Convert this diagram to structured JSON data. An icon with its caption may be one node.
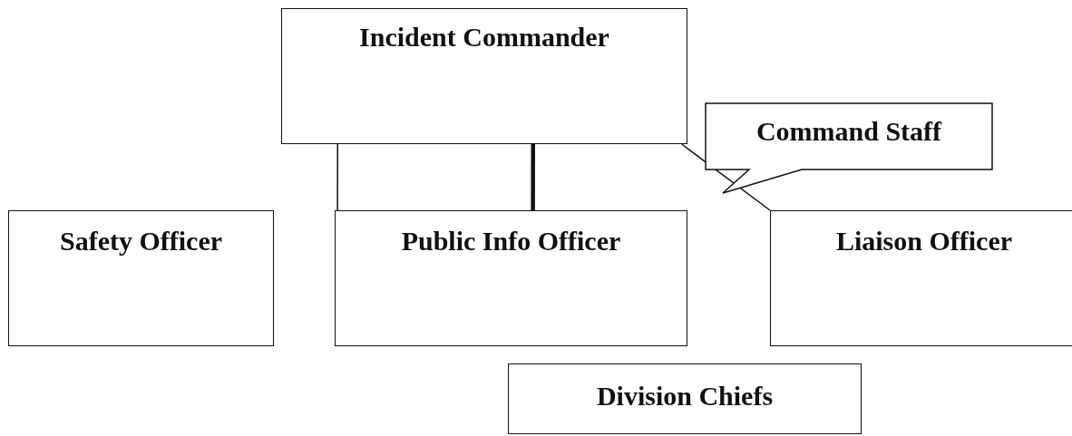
{
  "diagram": {
    "nodes": [
      {
        "text": [
          "Incident Commander"
        ]
      },
      {
        "text": [
          "Command Staff"
        ]
      },
      {
        "text": [
          "Safety Officer"
        ]
      },
      {
        "text": [
          "Public Info Officer"
        ]
      },
      {
        "text": [
          "Liaison Officer"
        ]
      },
      {
        "text": [
          "Division Chiefs"
        ]
      }
    ],
    "edges": [
      {
        "from": 0,
        "to": 3,
        "arrow": "none"
      },
      {
        "from": 0,
        "to": 3,
        "arrow": "none",
        "style": "thick"
      },
      {
        "from": 0,
        "to": 4,
        "arrow": "none"
      }
    ]
  }
}
